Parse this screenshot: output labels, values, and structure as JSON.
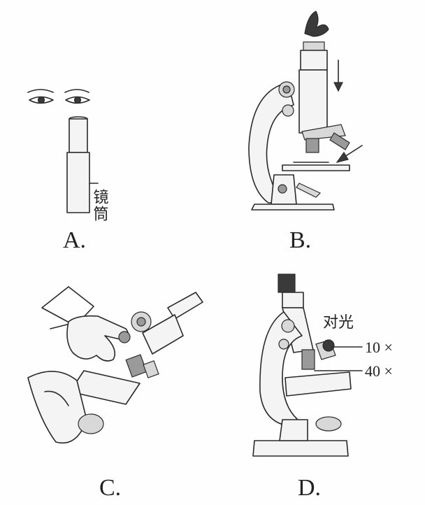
{
  "panels": [
    {
      "label": "A.",
      "annotation": "镜筒"
    },
    {
      "label": "B."
    },
    {
      "label": "C."
    },
    {
      "label": "D.",
      "annotation": "对光",
      "objectives": [
        "10 ×",
        "40 ×"
      ]
    }
  ]
}
